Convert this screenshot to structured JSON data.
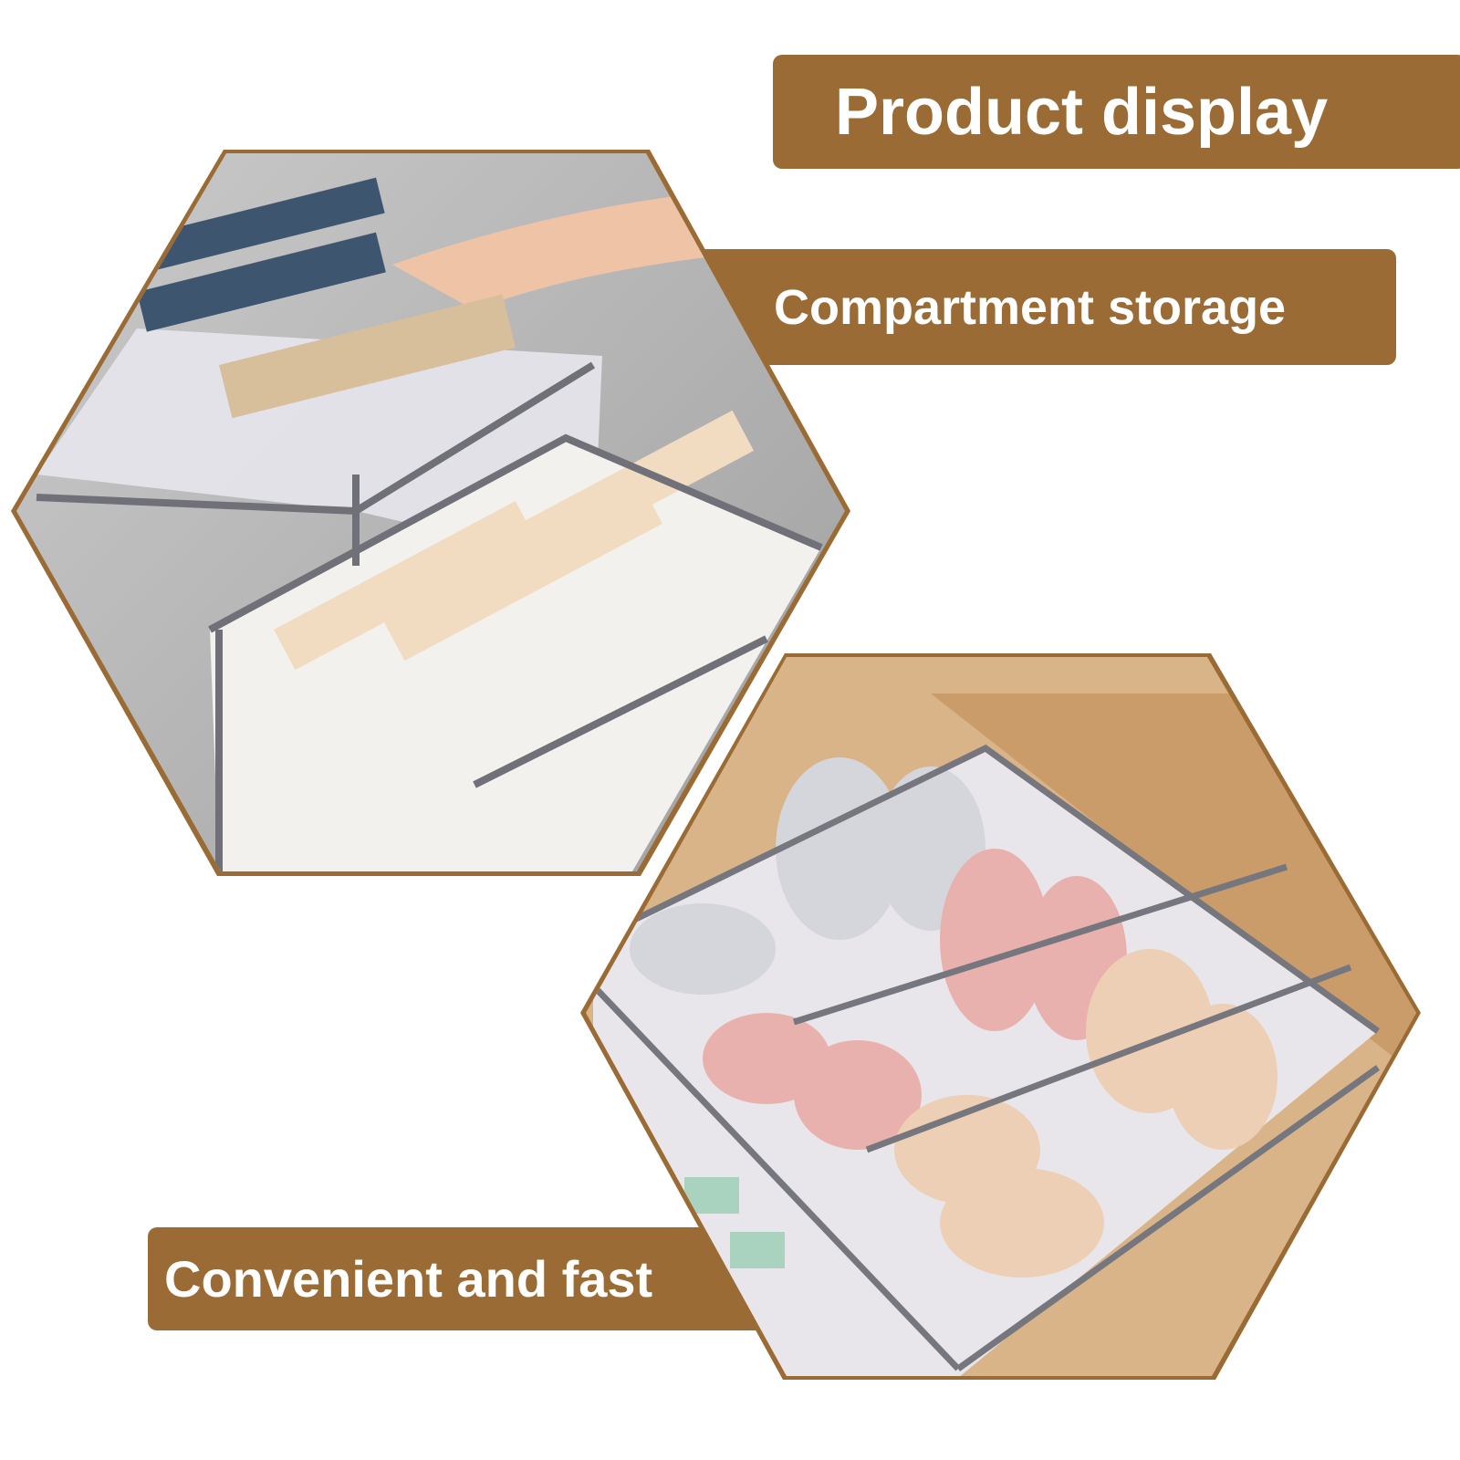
{
  "banners": {
    "title": "Product display",
    "feature_1": "Compartment storage",
    "feature_2": "Convenient and fast"
  },
  "colors": {
    "accent": "#9a6b34",
    "text": "#ffffff"
  },
  "images": [
    {
      "subject": "clothing-organizer"
    },
    {
      "subject": "underwear-drawer-organizer"
    }
  ]
}
